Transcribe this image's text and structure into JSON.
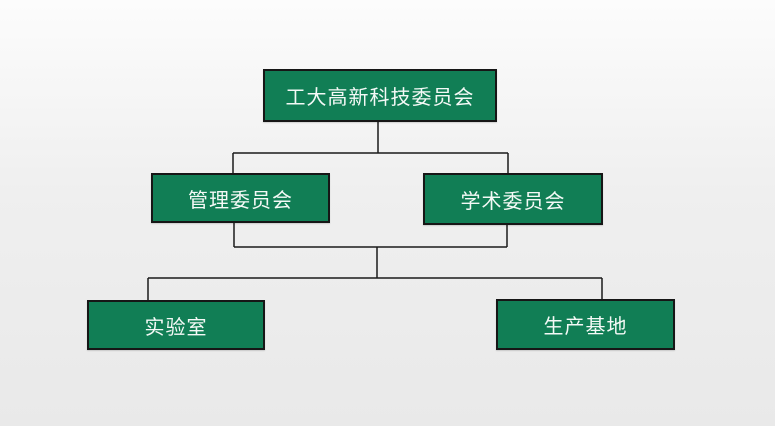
{
  "theme": {
    "box_fill": "#117e55",
    "box_border": "#161616",
    "box_text": "#f4f9f6",
    "connector": "#1b1b1b",
    "bg_top": "#fcfcfc",
    "bg_bottom": "#e9e9e9"
  },
  "org_chart": {
    "type": "org-hierarchy",
    "nodes": [
      {
        "id": "root",
        "label": "工大高新科技委员会",
        "parent": null,
        "level": 1
      },
      {
        "id": "management",
        "label": "管理委员会",
        "parent": "root",
        "level": 2
      },
      {
        "id": "academic",
        "label": "学术委员会",
        "parent": "root",
        "level": 2
      },
      {
        "id": "lab",
        "label": "实验室",
        "parent": "root",
        "level": 3
      },
      {
        "id": "production",
        "label": "生产基地",
        "parent": "root",
        "level": 3
      }
    ]
  }
}
